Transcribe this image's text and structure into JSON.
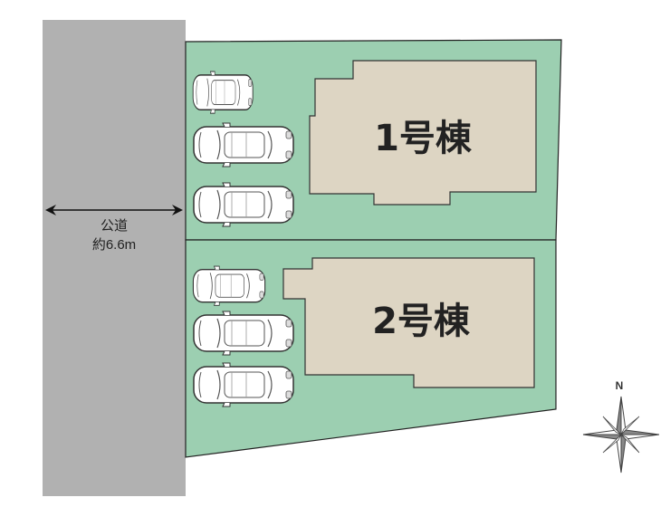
{
  "road": {
    "name": "公道",
    "width": "約6.6m"
  },
  "buildings": [
    {
      "label": "1号棟"
    },
    {
      "label": "2号棟"
    }
  ],
  "compass": {
    "north": "N"
  },
  "colors": {
    "road": "#b1b1b1",
    "lot": "#9ccfb1",
    "building": "#ddd5c3",
    "outline": "#222222",
    "car": "#ffffff"
  },
  "cars": {
    "lot1": 3,
    "lot2": 3
  }
}
